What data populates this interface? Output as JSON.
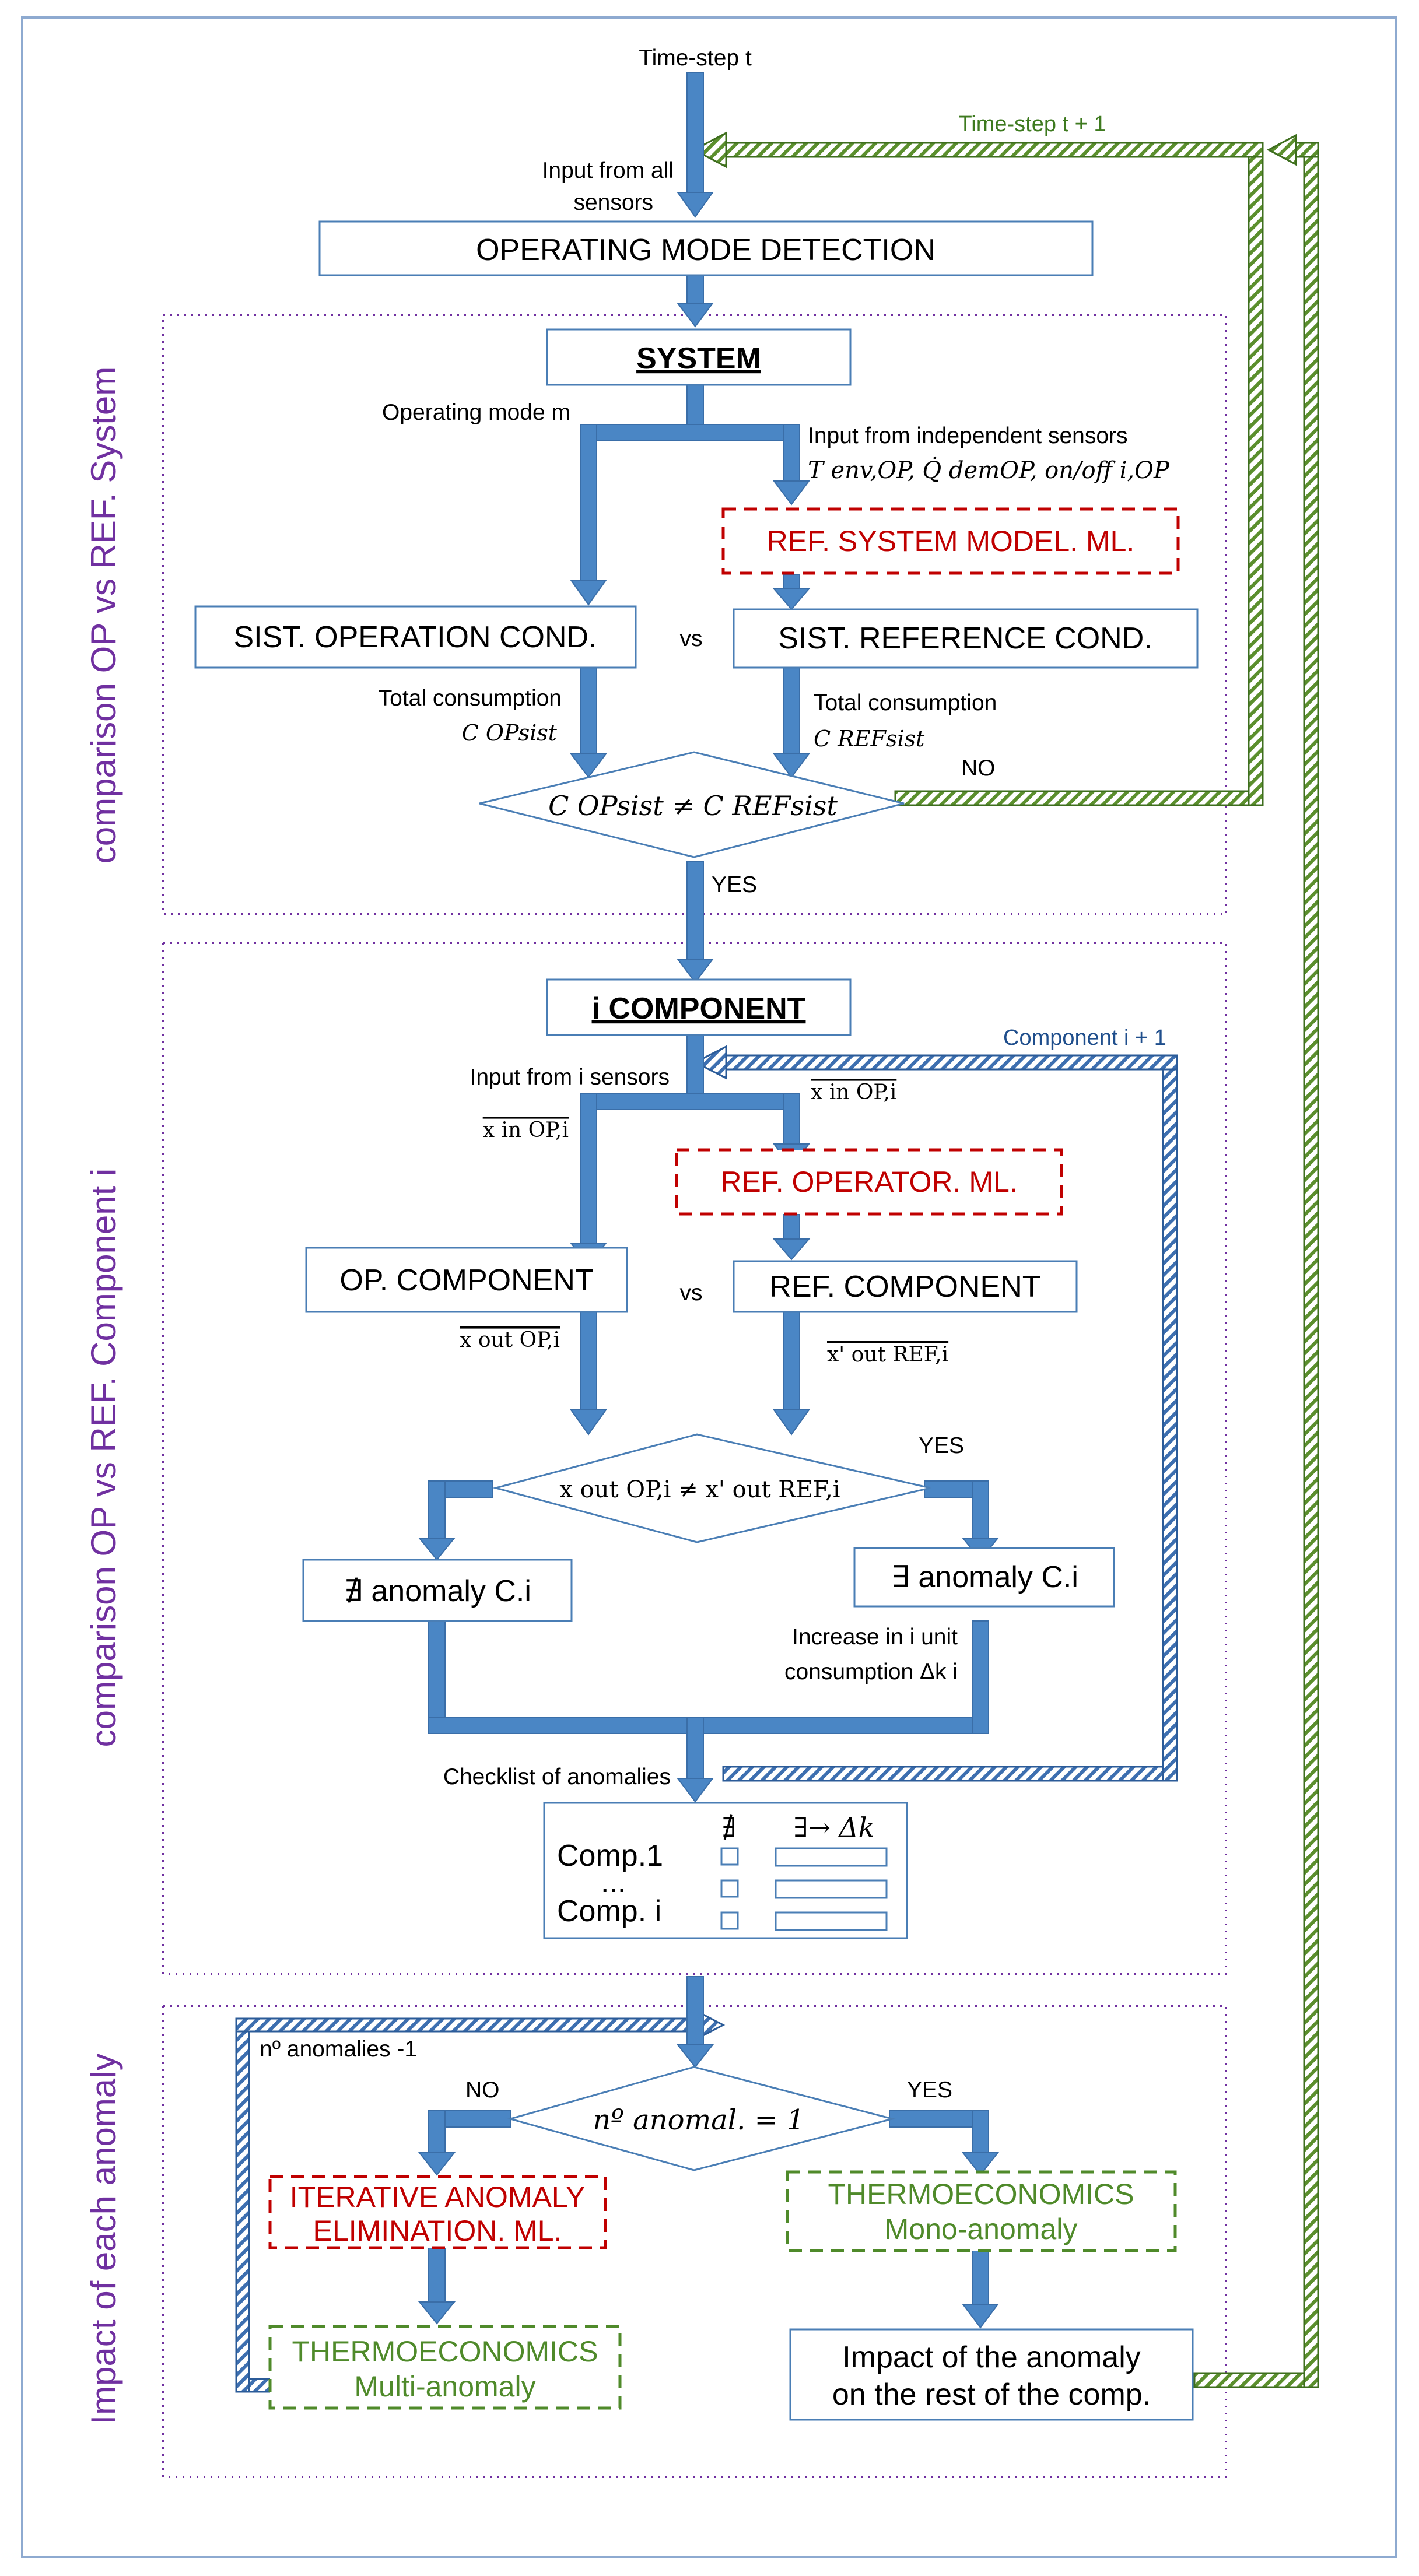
{
  "top": {
    "time_step_t": "Time-step t",
    "time_step_next": "Time-step t + 1",
    "input_all_sensors_1": "Input from all",
    "input_all_sensors_2": "sensors",
    "operating_mode_detection": "OPERATING MODE DETECTION"
  },
  "section_system": {
    "side_label": "comparison OP vs REF. System",
    "system": "SYSTEM",
    "operating_mode": "Operating mode m",
    "input_independent": "Input from independent sensors",
    "independent_vars": "T env,OP, Q̇ demOP, on/off i,OP",
    "ref_system_model": "REF. SYSTEM MODEL. ML.",
    "sist_operation": "SIST. OPERATION COND.",
    "vs": "vs",
    "sist_reference": "SIST. REFERENCE COND.",
    "total_consumption_left": "Total consumption",
    "total_consumption_right": "Total consumption",
    "c_op_sist": "C OPsist",
    "c_ref_sist": "C REFsist",
    "condition": "C OPsist ≠ C REFsist",
    "no": "NO",
    "yes": "YES"
  },
  "section_component": {
    "side_label": "comparison OP vs REF. Component i",
    "component": "i COMPONENT",
    "component_next": "Component i + 1",
    "input_i_sensors": "Input from i sensors",
    "x_in_left": "x in OP,i",
    "x_in_right": "x in OP,i",
    "ref_operator": "REF. OPERATOR. ML.",
    "op_component": "OP. COMPONENT",
    "vs": "vs",
    "ref_component": "REF. COMPONENT",
    "x_out_op": "x out OP,i",
    "x_out_ref": "x' out REF,i",
    "condition": "x out OP,i ≠ x' out REF,i",
    "yes": "YES",
    "no_anomaly": "∄ anomaly C.i",
    "anomaly": "∃ anomaly C.i",
    "increase_1": "Increase in i unit",
    "increase_2": "consumption Δk i",
    "checklist_title": "Checklist of anomalies",
    "checklist_col_no": "∄",
    "checklist_col_yes": "∃→ Δk",
    "comp1": "Comp.1",
    "dots": "...",
    "compi": "Comp. i"
  },
  "section_impact": {
    "side_label": "Impact of each anomaly",
    "anomalies_minus": "nº anomalies -1",
    "no": "NO",
    "yes": "YES",
    "condition": "nº anomal. = 1",
    "iterative_1": "ITERATIVE ANOMALY",
    "iterative_2": "ELIMINATION. ML.",
    "thermo_mono_1": "THERMOECONOMICS",
    "thermo_mono_2": "Mono-anomaly",
    "thermo_multi_1": "THERMOECONOMICS",
    "thermo_multi_2": "Multi-anomaly",
    "impact_1": "Impact of the anomaly",
    "impact_2": "on the rest of the comp."
  },
  "colors": {
    "arrow_blue": "#4a86c5",
    "box_border": "#4a7eb5",
    "frame_purple": "#7030a0",
    "ref_red": "#c00000",
    "thermo_green": "#4f8a2a",
    "loop_green": "#5b8f2d",
    "loop_blue": "#3d6fb0"
  }
}
